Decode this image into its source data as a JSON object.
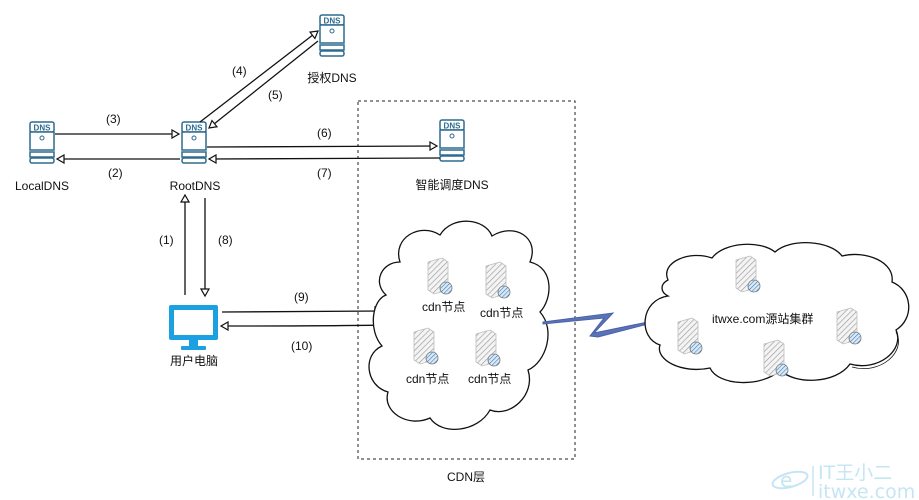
{
  "nodes": {
    "local_dns": {
      "label": "LocalDNS",
      "badge": "DNS"
    },
    "root_dns": {
      "label": "RootDNS",
      "badge": "DNS"
    },
    "auth_dns": {
      "label": "授权DNS",
      "badge": "DNS"
    },
    "smart_dns": {
      "label": "智能调度DNS",
      "badge": "DNS"
    },
    "user_pc": {
      "label": "用户电脑"
    }
  },
  "steps": [
    "(1)",
    "(2)",
    "(3)",
    "(4)",
    "(5)",
    "(6)",
    "(7)",
    "(8)",
    "(9)",
    "(10)"
  ],
  "cdn_layer": {
    "label": "CDN层",
    "nodes": [
      "cdn节点",
      "cdn节点",
      "cdn节点",
      "cdn节点"
    ]
  },
  "origin_cluster": {
    "label": "itwxe.com源站集群"
  },
  "watermark": {
    "line1": "IT王小二",
    "line2": "itwxe.com"
  },
  "colors": {
    "dns_stroke": "#2e6b8f",
    "monitor": "#1ba1e2",
    "link": "#4a63a8",
    "watermark": "#bfe3f5"
  }
}
